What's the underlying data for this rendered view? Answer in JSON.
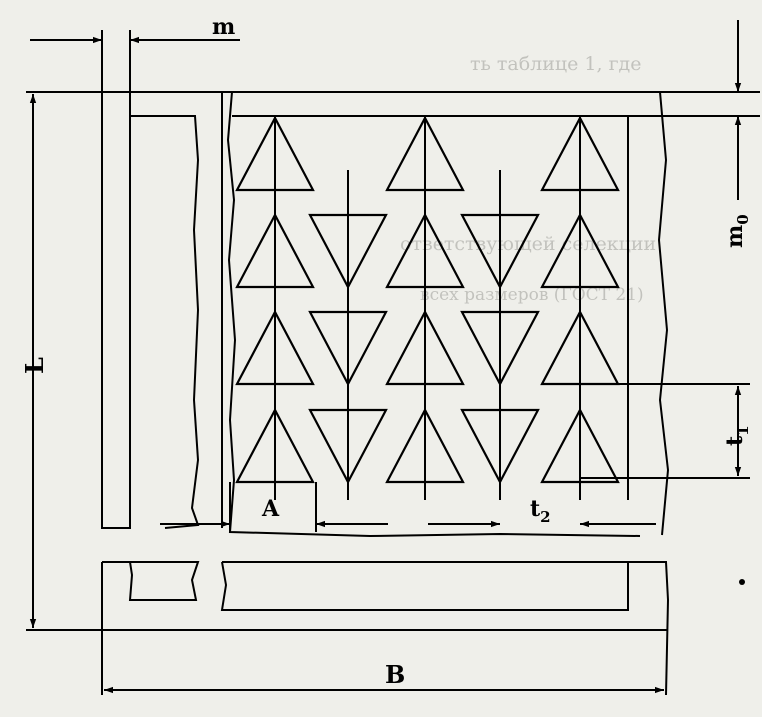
{
  "labels": {
    "m": "m",
    "m0_base": "m",
    "m0_sub": "0",
    "L": "L",
    "A": "A",
    "t1_base": "t",
    "t1_sub": "1",
    "t2_base": "t",
    "t2_sub": "2",
    "B": "B"
  },
  "background_text": [
    "ть таблице 1, где",
    "ответствующей селекции",
    "всех размеров (ГОСТ 21)"
  ],
  "colors": {
    "ink": "#000000",
    "paper": "#efefea"
  }
}
